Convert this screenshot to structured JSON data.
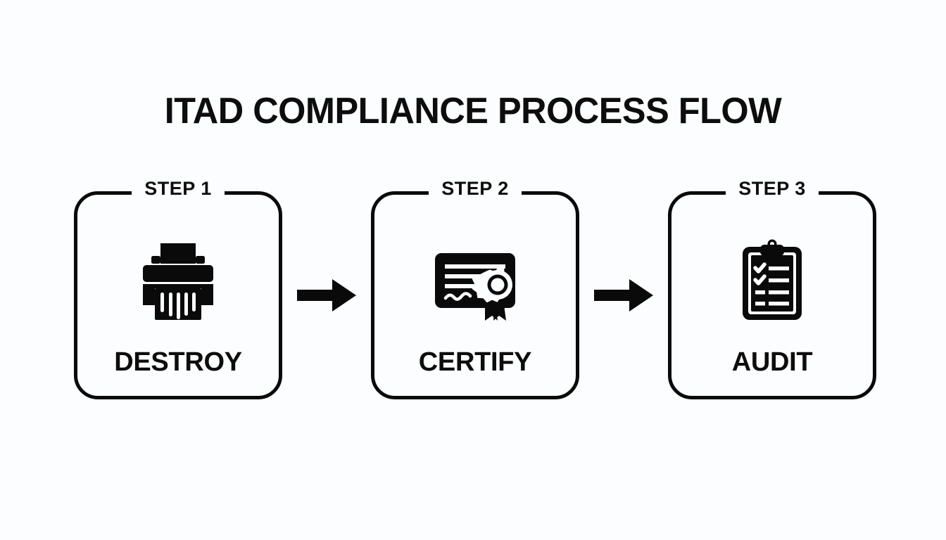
{
  "page": {
    "title": "ITAD COMPLIANCE PROCESS FLOW",
    "background_color": "#fcfdfe",
    "ink_color": "#0a0a0a"
  },
  "flow": {
    "steps": [
      {
        "step_label": "STEP 1",
        "title": "DESTROY",
        "icon": "paper-shredder-icon"
      },
      {
        "step_label": "STEP 2",
        "title": "CERTIFY",
        "icon": "certificate-award-icon"
      },
      {
        "step_label": "STEP 3",
        "title": "AUDIT",
        "icon": "clipboard-checklist-icon"
      }
    ],
    "connectors": [
      {
        "icon": "arrow-right-icon"
      },
      {
        "icon": "arrow-right-icon"
      }
    ]
  }
}
